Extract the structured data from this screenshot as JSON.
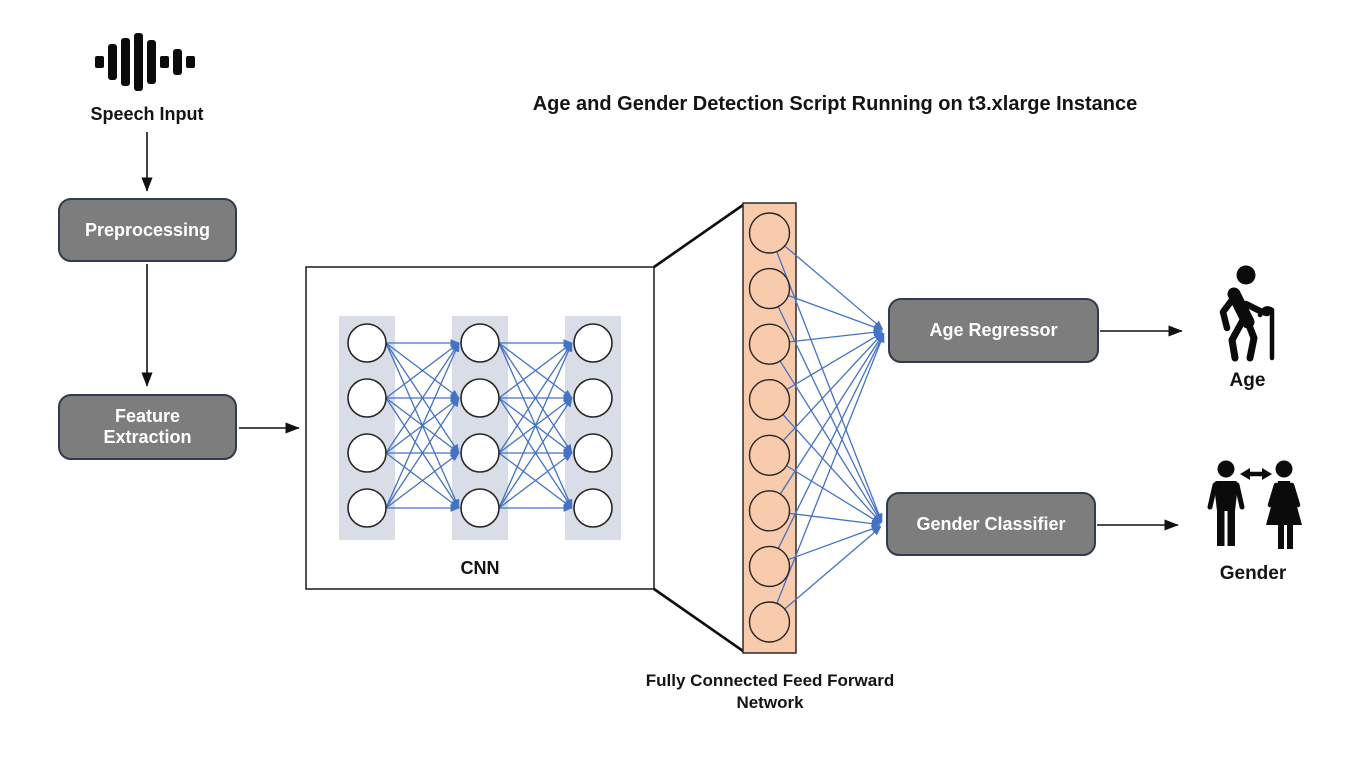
{
  "title": "Age and Gender Detection Script Running on t3.xlarge Instance",
  "pipeline": {
    "speech_input": {
      "label": "Speech Input",
      "icon": "audio-waveform-icon"
    },
    "preprocessing": {
      "label": "Preprocessing"
    },
    "feature_extraction": {
      "label": "Feature Extraction"
    },
    "cnn": {
      "label": "CNN",
      "layers": 3,
      "neurons_per_layer": 4
    },
    "fully_connected": {
      "label": "Fully Connected Feed Forward Network",
      "neurons": 8
    },
    "age_regressor": {
      "label": "Age Regressor"
    },
    "gender_classifier": {
      "label": "Gender Classifier"
    },
    "age_output": {
      "label": "Age",
      "icon": "elderly-person-icon"
    },
    "gender_output": {
      "label": "Gender",
      "icon": "male-female-icon"
    }
  },
  "colors": {
    "box_fill": "#7d7d7d",
    "box_border": "#2f3b4e",
    "box_text": "#ffffff",
    "cnn_layer_band": "#d9dde8",
    "neuron_fill": "#ffffff",
    "neuron_stroke": "#262626",
    "fc_fill": "#f8cbad",
    "connection_blue": "#4472c4",
    "line_black": "#111111",
    "text_black": "#141414"
  }
}
